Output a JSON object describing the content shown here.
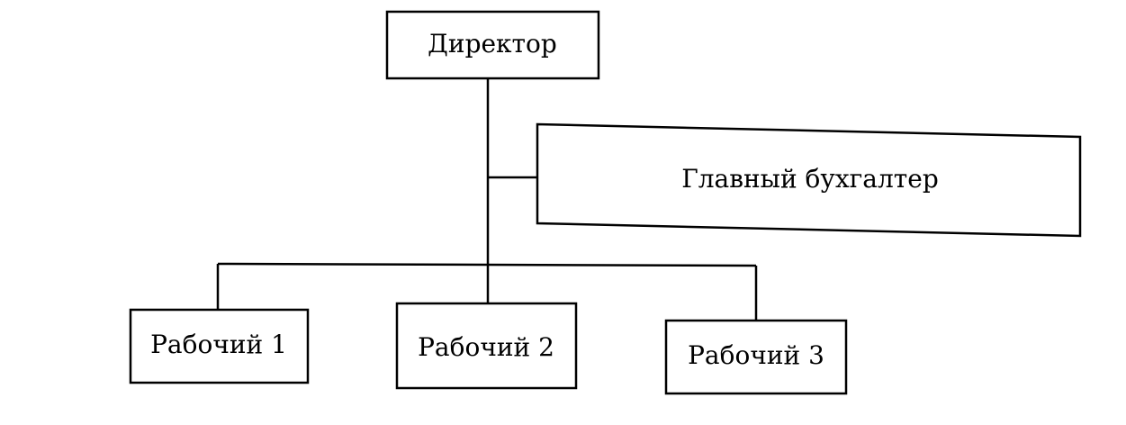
{
  "diagram": {
    "director": "Директор",
    "chief_accountant": "Главный бухгалтер",
    "workers": [
      "Рабочий 1",
      "Рабочий 2",
      "Рабочий 3"
    ]
  }
}
